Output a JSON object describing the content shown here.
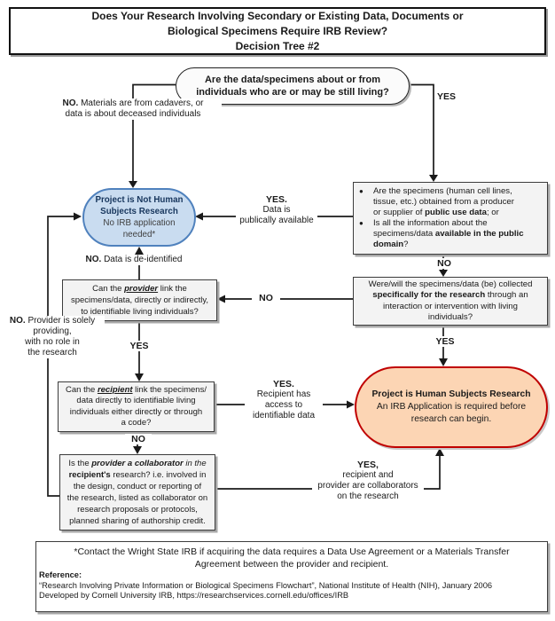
{
  "title": {
    "line1": "Does Your Research Involving Secondary or Existing Data, Documents or",
    "line2": "Biological Specimens Require IRB Review?",
    "line3": "Decision Tree #2"
  },
  "flow": {
    "start": {
      "line1": "Are the data/specimens about or from",
      "line2": "individuals who are or may be still living?"
    },
    "no_cadavers": {
      "prefix": "NO.",
      "line1_rest": " Materials are from cadavers, or",
      "line2": "data is about deceased individuals"
    },
    "yes_top": "YES",
    "public_box": {
      "b1_l1": "Are the specimens (human cell lines,",
      "b1_l2": "tissue, etc.)  obtained from a producer",
      "b1_l3_pre": "or supplier of ",
      "b1_l3_bold": "public use data",
      "b1_l3_post": "; or",
      "b2_l1": "Is all the information about the",
      "b2_l2_pre": "specimens/data ",
      "b2_l2_bold": "available in the public",
      "b2_l3_bold": "domain",
      "b2_l3_post": "?",
      "bullet": "●"
    },
    "not_hsr": {
      "title_l1": "Project is Not Human",
      "title_l2": "Subjects Research",
      "sub_l1": "No IRB application",
      "sub_l2": "needed*"
    },
    "yes_public": {
      "word": "YES.",
      "line1": "Data is",
      "line2": "publically available"
    },
    "no_deidentified": {
      "prefix": "NO.",
      "rest": " Data is de-identified"
    },
    "no_between_boxes": "NO",
    "provider_box": {
      "l1_pre": "Can the ",
      "l1_em": "provider",
      "l1_post": " link the",
      "l2": "specimens/data, directly or indirectly,",
      "l3": "to identifiable living individuals?"
    },
    "no_provider_link": "NO",
    "collected_box": {
      "l1": "Were/will the specimens/data (be) collected",
      "l2_bold": "specifically for the research",
      "l2_post": " through an",
      "l3": "interaction or intervention with living",
      "l4": "individuals?"
    },
    "yes_collected": "YES",
    "hsr": {
      "title": "Project is Human Subjects Research",
      "sub_l1": "An IRB Application is required before",
      "sub_l2": "research can begin."
    },
    "yes_provider": "YES",
    "recipient_box": {
      "l1_pre": "Can the ",
      "l1_em": "recipient",
      "l1_post": " link the specimens/",
      "l2": "data directly to identifiable living",
      "l3": "individuals either directly or through",
      "l4": "a code?"
    },
    "yes_recipient": {
      "word": "YES.",
      "line1": "Recipient has",
      "line2": "access to",
      "line3": "identifiable data"
    },
    "no_recipient": "NO",
    "collab_box": {
      "l1_pre": "Is the ",
      "l1_bi": "provider a collaborator",
      "l1_it": " in the",
      "l2_bold": "recipient's",
      "l2_post": " research? i.e. involved in",
      "l3": "the design, conduct or reporting of",
      "l4": "the research, listed as collaborator on",
      "l5": "research proposals or protocols,",
      "l6": "planned sharing of authorship credit."
    },
    "yes_collab": {
      "word": "YES,",
      "line1": "recipient and",
      "line2": "provider are collaborators",
      "line3": "on the research"
    },
    "no_solely": {
      "prefix": "NO.",
      "line1_rest": " Provider is solely",
      "line2": "providing,",
      "line3": "with no role in",
      "line4": "the research"
    }
  },
  "footer": {
    "contact_l1": "*Contact the Wright State IRB if acquiring the data requires a Data Use Agreement or a Materials Transfer",
    "contact_l2": "Agreement  between the provider and recipient.",
    "reference_label": "Reference:",
    "reference1": "“Research Involving Private Information or Biological Specimens Flowchart”, National Institute of Health (NIH), January 2006",
    "reference2": "Developed by Cornell University IRB, https://researchservices.cornell.edu/offices/IRB"
  },
  "colors": {
    "not_hsr_fill": "#c9dcf0",
    "not_hsr_border": "#4f81bd",
    "hsr_fill": "#fcd5b4",
    "hsr_border": "#c00000",
    "line": "#1a1a1a"
  }
}
